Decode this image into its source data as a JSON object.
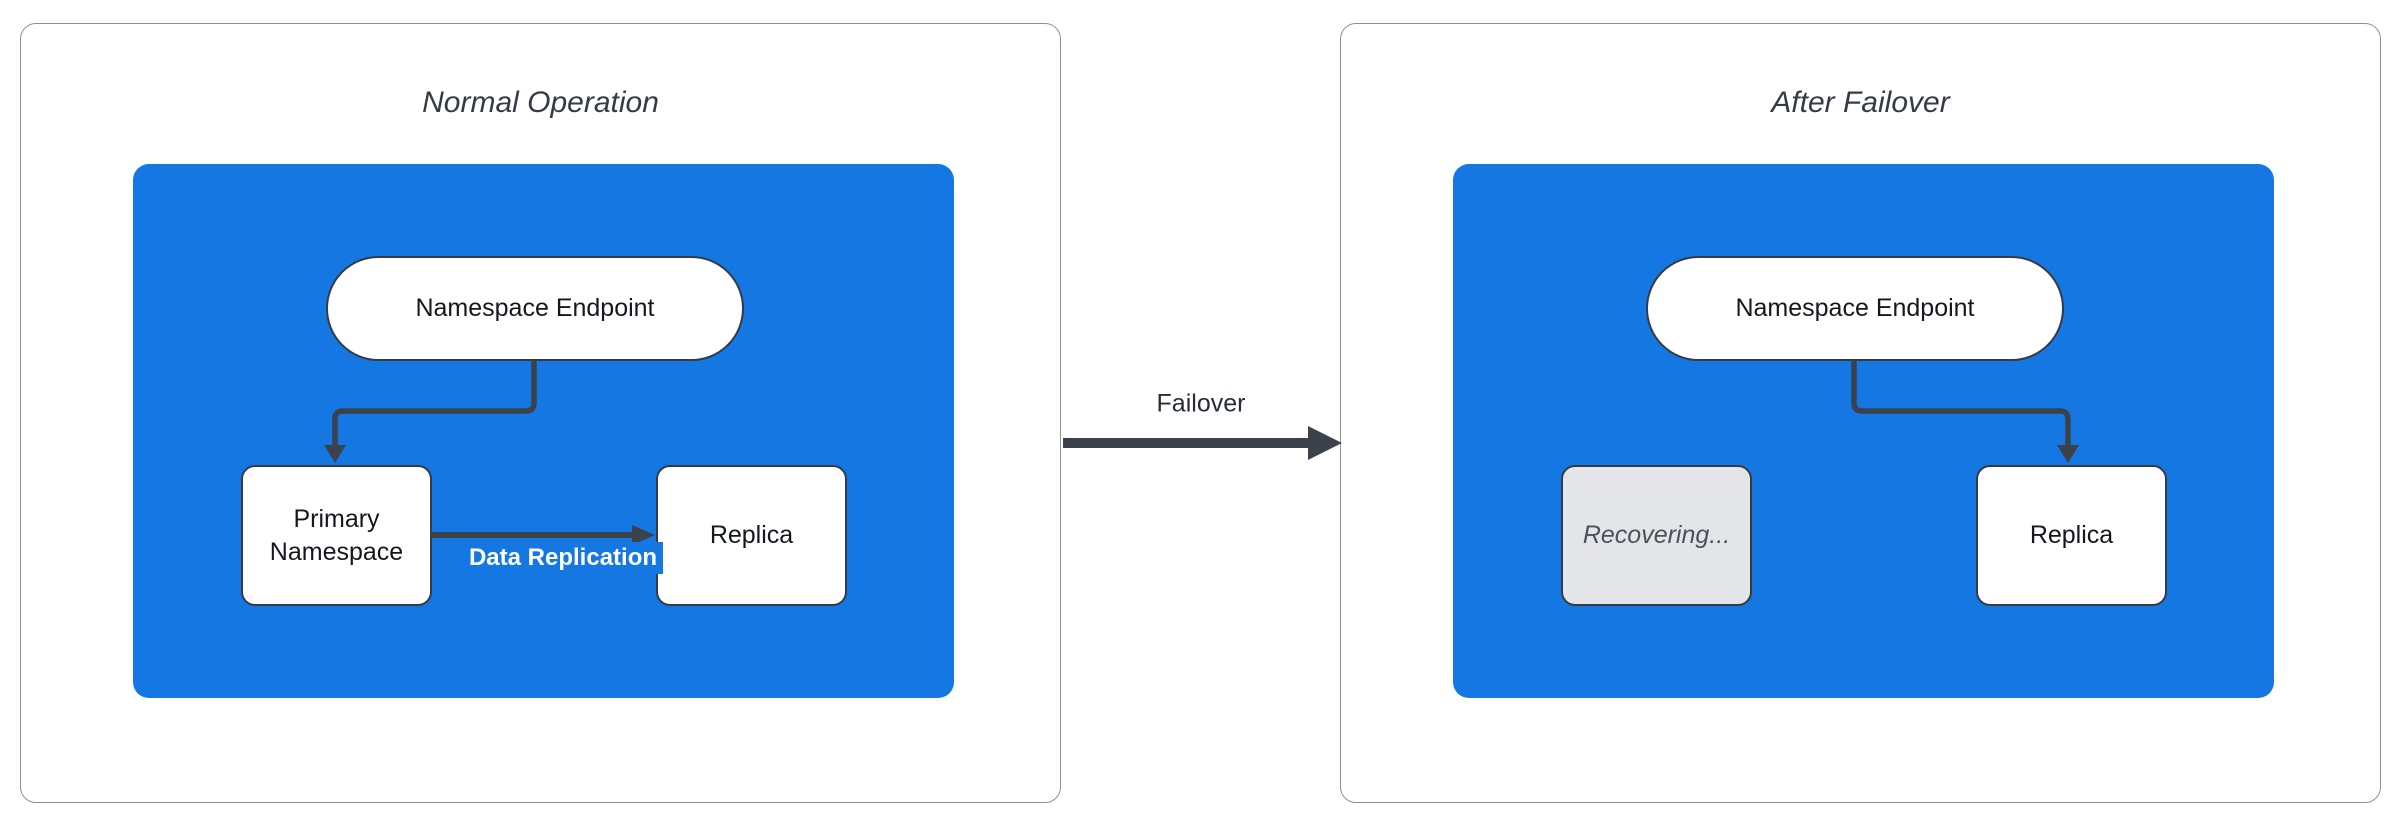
{
  "diagram": {
    "colors": {
      "accent_blue": "#1577e2",
      "connector_dark": "#3b424c",
      "node_border": "#343b44",
      "recovering_fill": "#e3e5e8",
      "panel_border": "#8b919b"
    },
    "panels": [
      {
        "title": "Normal Operation",
        "endpoint_label": "Namespace Endpoint",
        "primary_label_lines": [
          "Primary",
          "Namespace"
        ],
        "replica_label": "Replica",
        "replication_edge_label": "Data Replication"
      },
      {
        "title": "After Failover",
        "endpoint_label": "Namespace Endpoint",
        "recovering_label": "Recovering...",
        "replica_label": "Replica"
      }
    ],
    "failover_label": "Failover"
  }
}
